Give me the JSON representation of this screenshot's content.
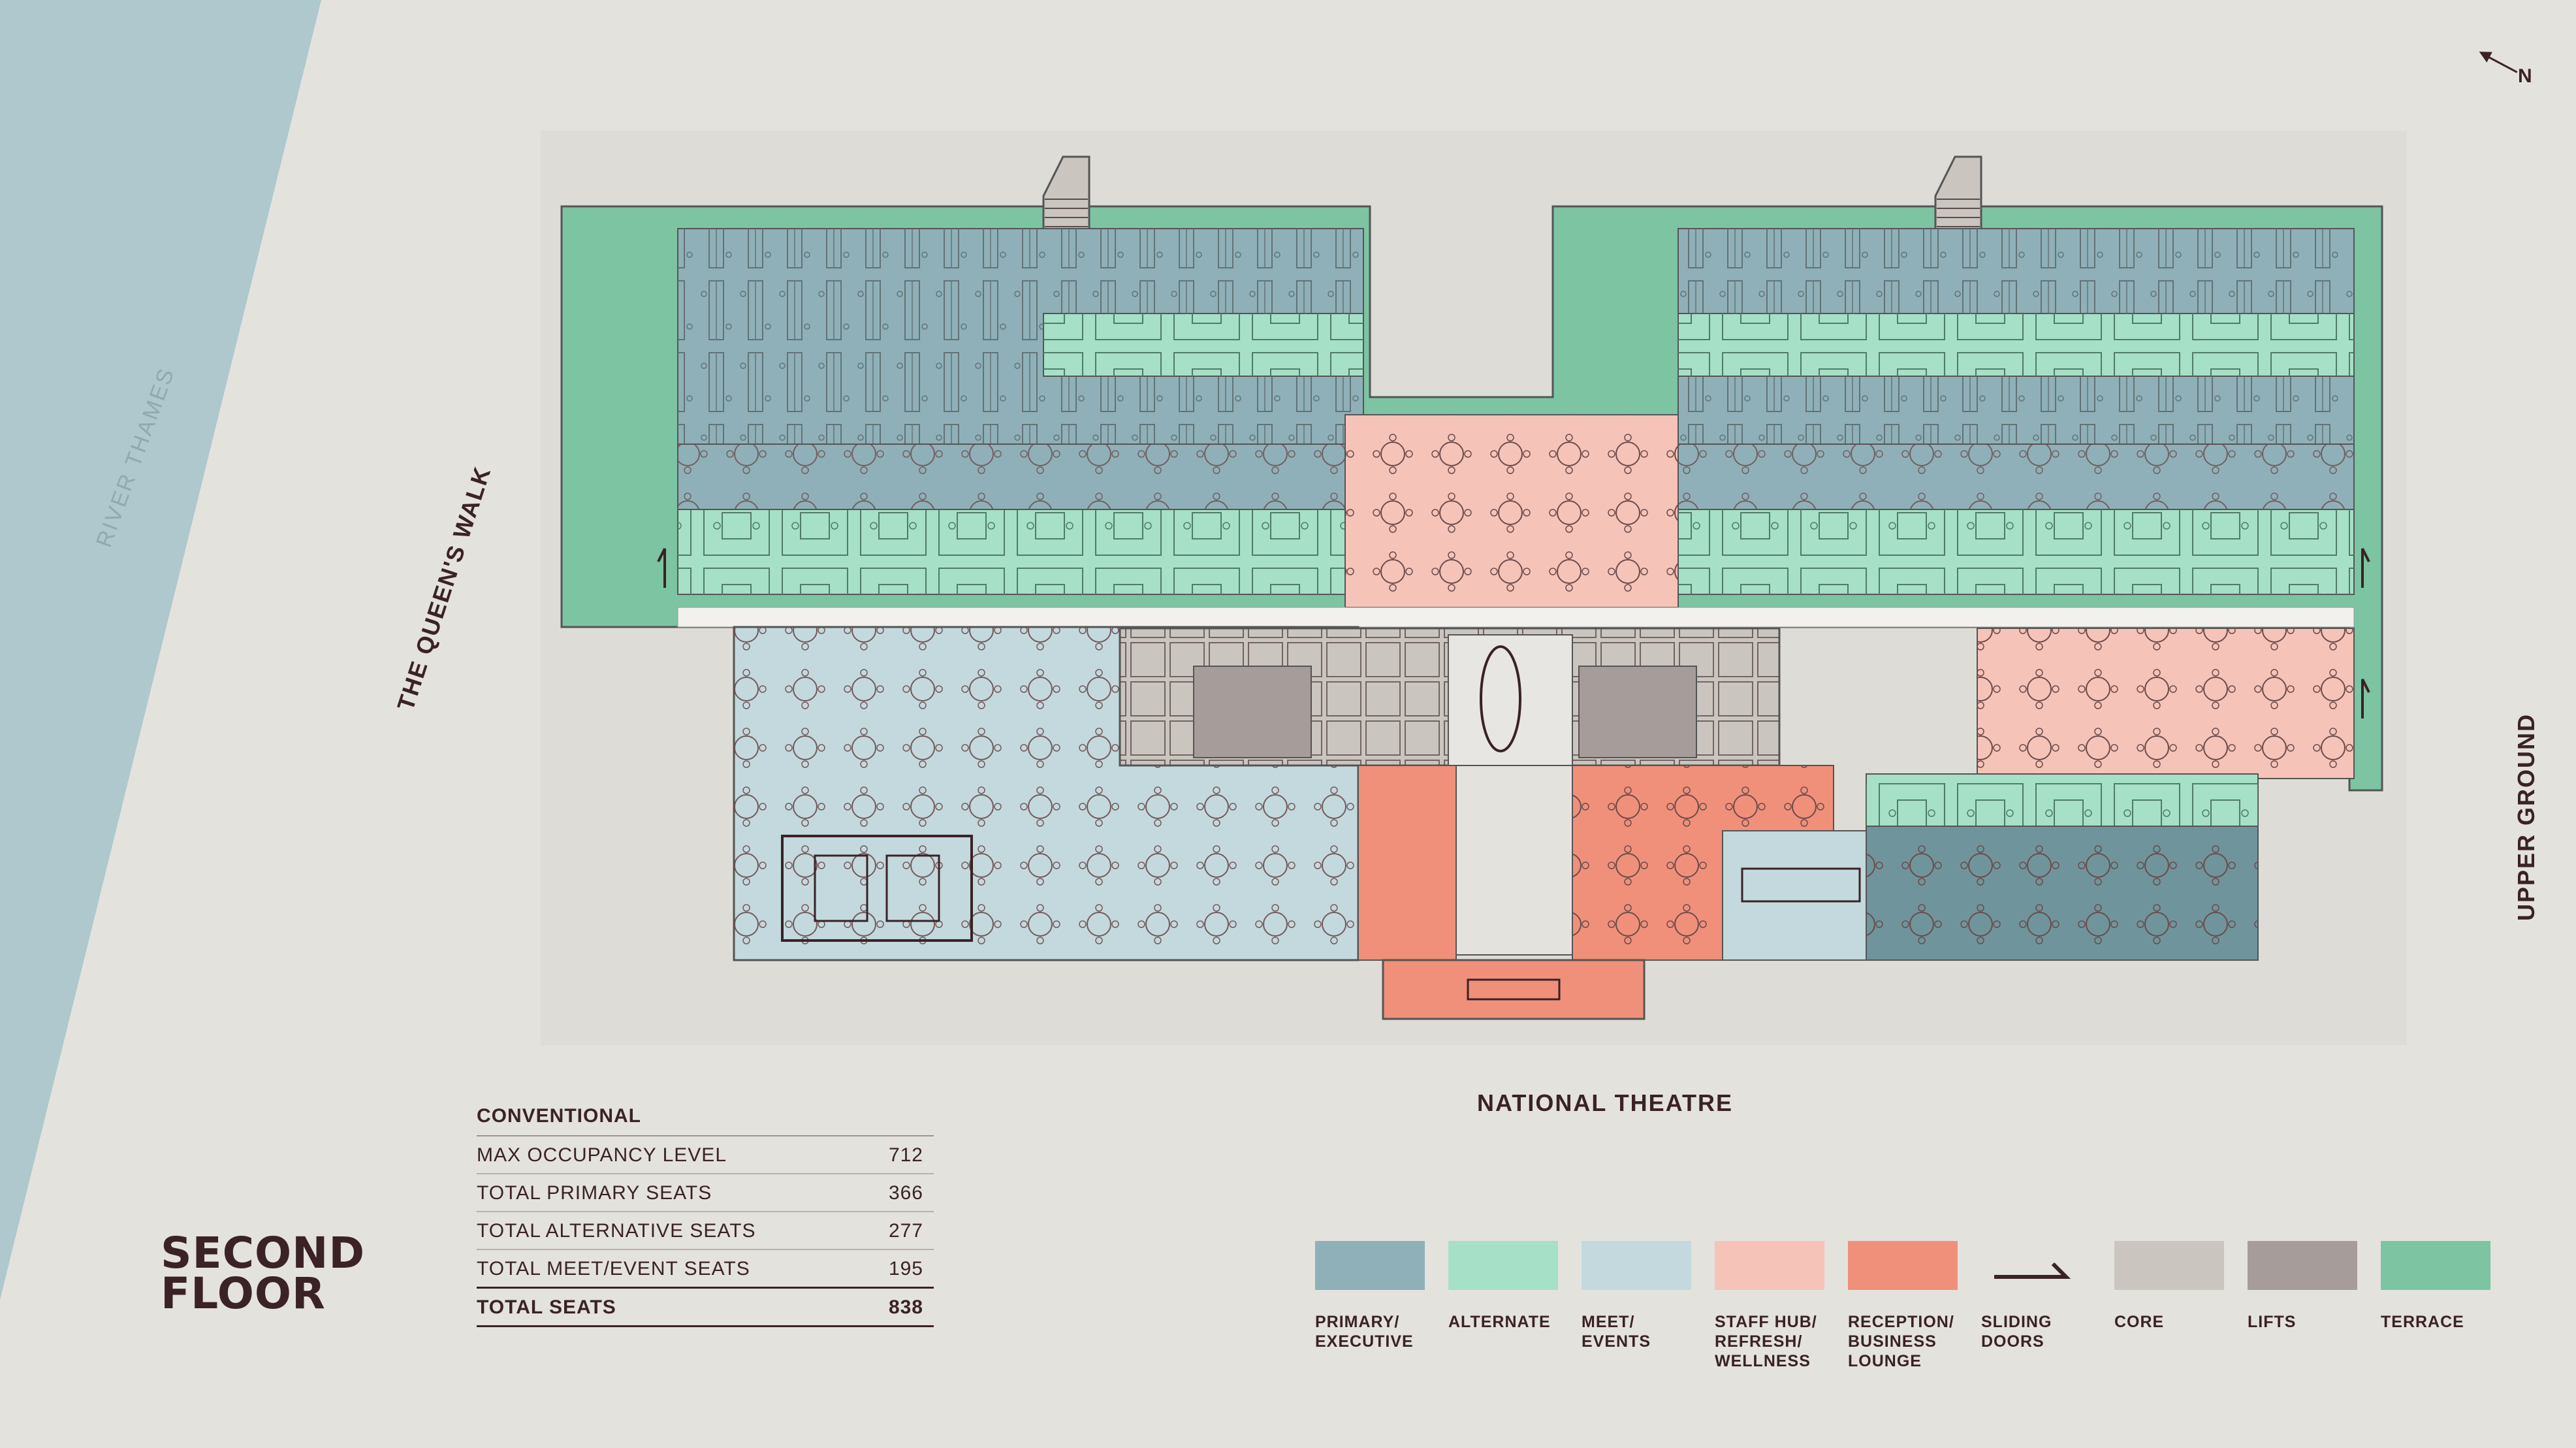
{
  "labels": {
    "river": "RIVER THAMES",
    "queens_walk": "THE QUEEN'S WALK",
    "upper_ground": "UPPER GROUND",
    "national_theatre": "NATIONAL THEATRE",
    "north": "N"
  },
  "floor": {
    "line1": "SECOND",
    "line2": "FLOOR"
  },
  "stats": {
    "heading": "CONVENTIONAL",
    "rows": [
      {
        "label": "MAX OCCUPANCY LEVEL",
        "value": "712"
      },
      {
        "label": "TOTAL PRIMARY SEATS",
        "value": "366"
      },
      {
        "label": "TOTAL ALTERNATIVE SEATS",
        "value": "277"
      },
      {
        "label": "TOTAL MEET/EVENT SEATS",
        "value": "195"
      }
    ],
    "total": {
      "label": "TOTAL SEATS",
      "value": "838"
    }
  },
  "legend": [
    {
      "lines": [
        "PRIMARY/",
        "EXECUTIVE"
      ],
      "color": "#8fb0b8"
    },
    {
      "lines": [
        "ALTERNATE"
      ],
      "color": "#a6e0c6"
    },
    {
      "lines": [
        "MEET/",
        "EVENTS"
      ],
      "color": "#c3d9de"
    },
    {
      "lines": [
        "STAFF HUB/",
        "REFRESH/",
        "WELLNESS"
      ],
      "color": "#f6c3b8"
    },
    {
      "lines": [
        "RECEPTION/",
        "BUSINESS",
        "LOUNGE"
      ],
      "color": "#f0907a"
    },
    {
      "lines": [
        "SLIDING",
        "DOORS"
      ],
      "color": ""
    },
    {
      "lines": [
        "CORE"
      ],
      "color": "#cbc5c0"
    },
    {
      "lines": [
        "LIFTS"
      ],
      "color": "#a69c99"
    },
    {
      "lines": [
        "TERRACE"
      ],
      "color": "#7cc4a2"
    }
  ]
}
